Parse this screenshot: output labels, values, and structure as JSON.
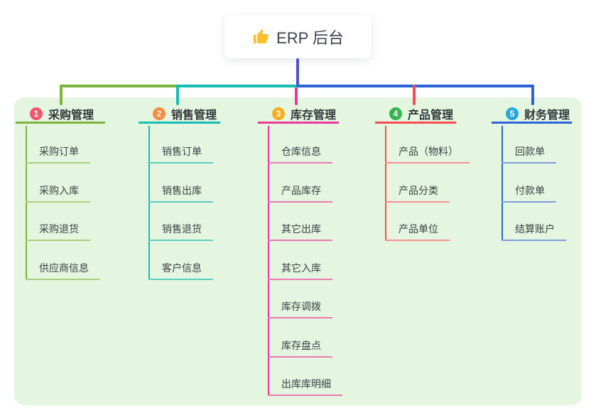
{
  "root": {
    "label": "ERP 后台",
    "icon": "thumbs-up-icon",
    "icon_color": "#f9bf2c"
  },
  "colors": {
    "page_background": "#ffffff",
    "panel_background": "#e4f5e0",
    "root_connector": "#4a56d0",
    "title_text": "#32373c",
    "child_text": "#3c4147"
  },
  "branches": [
    {
      "number": "1",
      "label": "采购管理",
      "badge_color": "#f4566c",
      "line_color": "#7cb53e",
      "sub_line_color": "#a9d07f",
      "children": [
        "采购订单",
        "采购入库",
        "采购退货",
        "供应商信息"
      ]
    },
    {
      "number": "2",
      "label": "销售管理",
      "badge_color": "#fb8b3f",
      "line_color": "#16bdb3",
      "sub_line_color": "#5bcec4",
      "children": [
        "销售订单",
        "销售出库",
        "销售退货",
        "客户信息"
      ]
    },
    {
      "number": "3",
      "label": "库存管理",
      "badge_color": "#fcac1c",
      "line_color": "#e8399b",
      "sub_line_color": "#ee79b3",
      "children": [
        "仓库信息",
        "产品库存",
        "其它出库",
        "其它入库",
        "库存调拨",
        "库存盘点",
        "出库库明细"
      ]
    },
    {
      "number": "4",
      "label": "产品管理",
      "badge_color": "#35b44f",
      "line_color": "#fb4d51",
      "sub_line_color": "#f9908f",
      "children": [
        "产品（物料）",
        "产品分类",
        "产品单位"
      ]
    },
    {
      "number": "5",
      "label": "财务管理",
      "badge_color": "#28a8e1",
      "line_color": "#2e62d9",
      "sub_line_color": "#8099df",
      "children": [
        "回款单",
        "付款单",
        "结算账户"
      ]
    }
  ]
}
